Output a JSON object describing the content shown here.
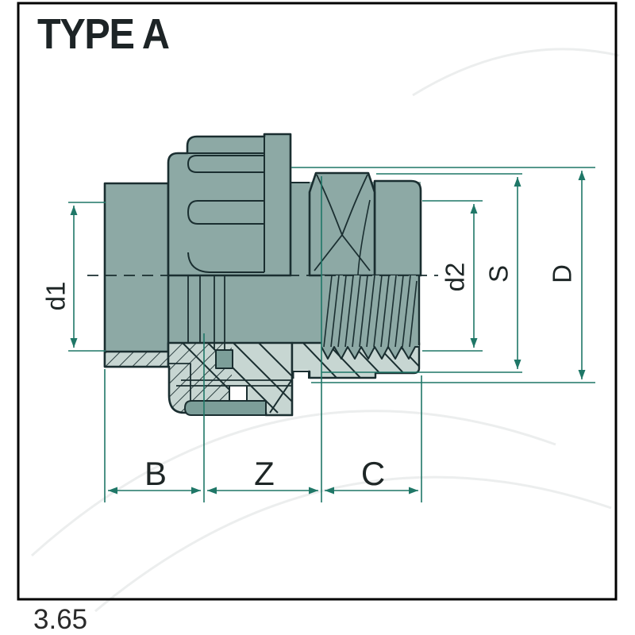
{
  "title": "TYPE A",
  "footer_scale": "3.65",
  "drawing": {
    "description": "Sectioned side view of a union fitting, type A",
    "labels": {
      "d1": "d1",
      "d2": "d2",
      "s": "S",
      "d_outer": "D",
      "b": "B",
      "z": "Z",
      "c": "C"
    }
  },
  "colors": {
    "body_fill": "#8DA9A5",
    "section_fill": "#C7D6D2",
    "accent_fill": "#7C9E99",
    "outline": "#1A2E30",
    "dimension_line": "#1F7767",
    "label_text": "#1E2626",
    "frame": "#000000",
    "background": "#FFFFFF"
  }
}
